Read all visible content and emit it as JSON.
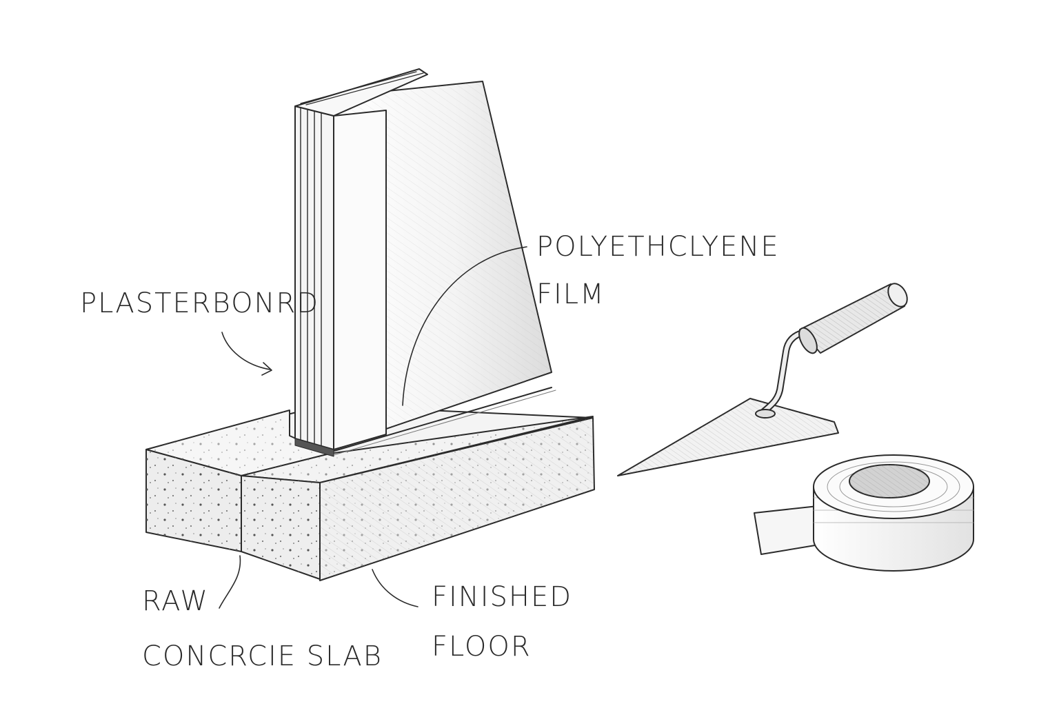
{
  "labels": {
    "plasterboard": "PLASTERBONRD",
    "polyethylene": [
      "POLYETHCLYENE",
      "FILM"
    ],
    "raw_slab": [
      "RAW",
      "CONCRCIE SLAB"
    ],
    "finished_floor": [
      "FINISHED",
      "FLOOR"
    ]
  },
  "icons": [
    "plasterboard-panel",
    "concrete-slab",
    "trowel-icon",
    "tape-roll-icon"
  ],
  "colors": {
    "ink": "#2a2a2a",
    "paper": "#ffffff",
    "shade": "#e6e6e6"
  }
}
